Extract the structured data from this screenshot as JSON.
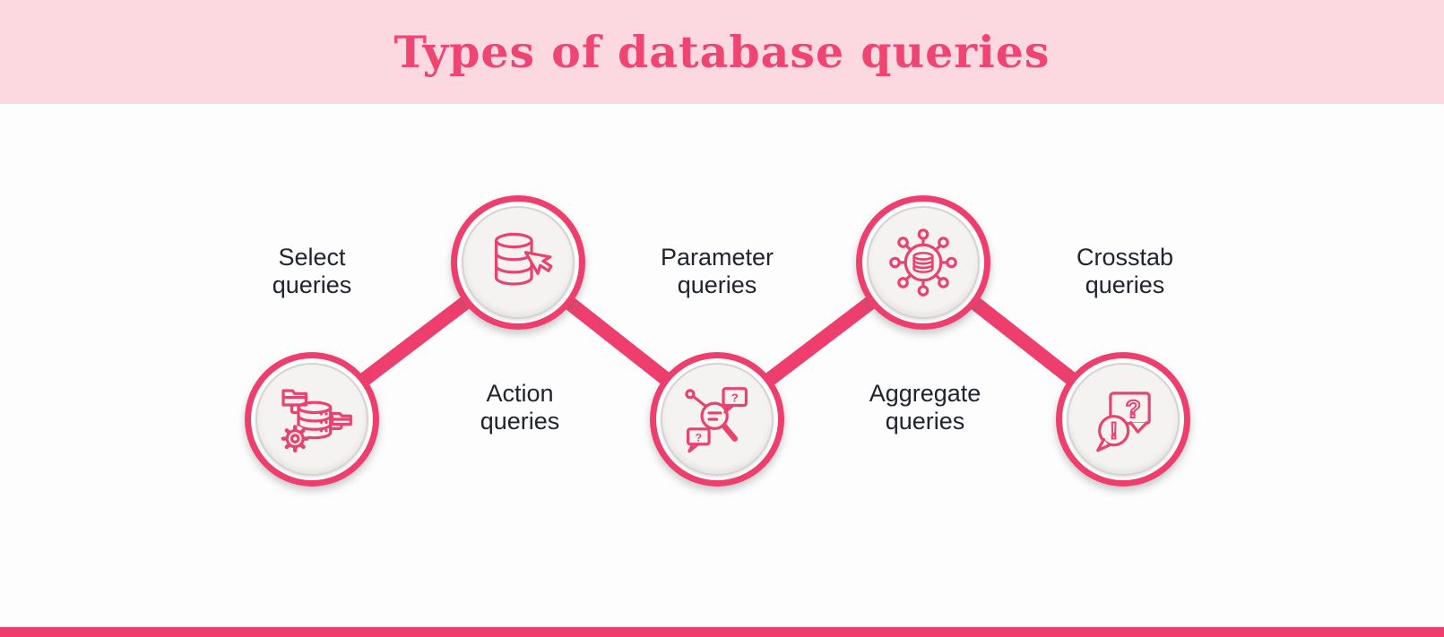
{
  "header": {
    "title": "Types of database queries"
  },
  "nodes": [
    {
      "label": "Select queries",
      "icon": "folders-database-gear-icon",
      "position": "bottom-row"
    },
    {
      "label": "Action queries",
      "icon": "database-cursor-icon",
      "position": "top-row"
    },
    {
      "label": "Parameter queries",
      "icon": "magnifier-parameters-icon",
      "position": "bottom-row"
    },
    {
      "label": "Aggregate queries",
      "icon": "distributed-database-icon",
      "position": "top-row"
    },
    {
      "label": "Crosstab queries",
      "icon": "question-answer-bubbles-icon",
      "position": "bottom-row"
    }
  ],
  "glyphs": {
    "question_mark": "?",
    "exclamation_mark": "!"
  },
  "colors": {
    "accent_pink": "#ee3e6d",
    "title_pink": "#ee4573",
    "header_background": "#fcd8e1",
    "body_background": "#fdfdfd",
    "circle_interior": "#f4f3f1",
    "circle_inner_ring": "#d6d4d1",
    "label_text": "#21242e",
    "icon_stroke": "#e8436f"
  }
}
